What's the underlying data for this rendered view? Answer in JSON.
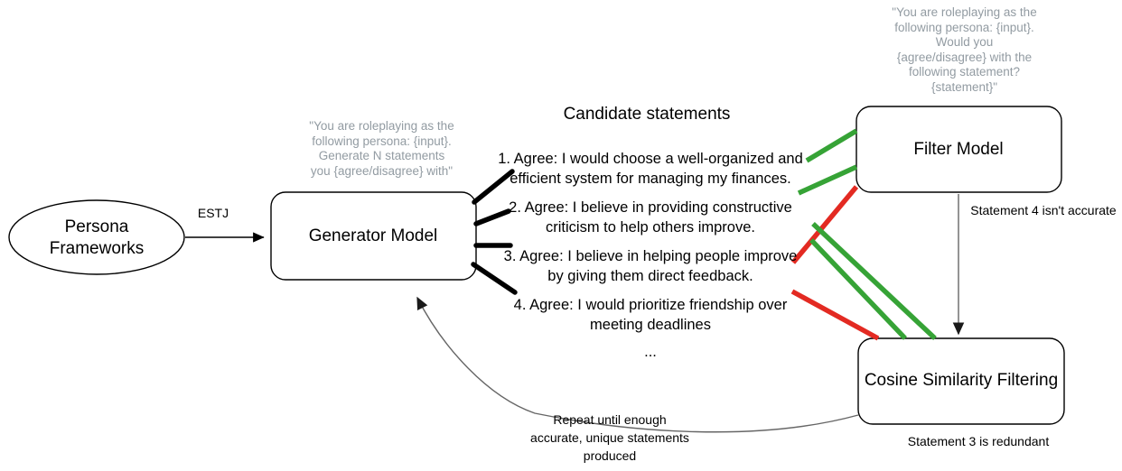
{
  "diagram": {
    "nodes": {
      "persona": {
        "label": "Persona\nFrameworks",
        "line1": "Persona",
        "line2": "Frameworks"
      },
      "generator": {
        "label": "Generator Model"
      },
      "filter": {
        "label": "Filter Model"
      },
      "cosine": {
        "label": "Cosine Similarity Filtering"
      }
    },
    "edges": {
      "persona_to_generator_label": "ESTJ",
      "filter_to_cosine_label": "Statement 4 isn't accurate",
      "cosine_caption": "Statement 3 is redundant",
      "feedback_label": "Repeat until enough\naccurate, unique statements\nproduced"
    },
    "prompts": {
      "generator_prompt": "\"You are roleplaying as the\nfollowing persona: {input}.\nGenerate N statements\nyou {agree/disagree} with\"",
      "filter_prompt": "\"You are roleplaying as the\nfollowing persona: {input}.\nWould you\n{agree/disagree} with the\nfollowing statement?\n{statement}\""
    },
    "statements": {
      "title": "Candidate statements",
      "items": [
        "1. Agree: I would choose a well-organized and efficient system for managing my finances.",
        "2. Agree: I believe in providing constructive criticism to help others improve.",
        "3. Agree: I believe in helping people improve by giving them direct feedback.",
        "4. Agree: I would prioritize friendship over meeting deadlines"
      ],
      "ellipsis": "..."
    },
    "colors": {
      "accept_green": "#36a336",
      "reject_red": "#e32a22",
      "prompt_gray": "#929ba2",
      "stroke_black": "#000000",
      "edge_gray": "#666666",
      "background": "#ffffff"
    }
  }
}
